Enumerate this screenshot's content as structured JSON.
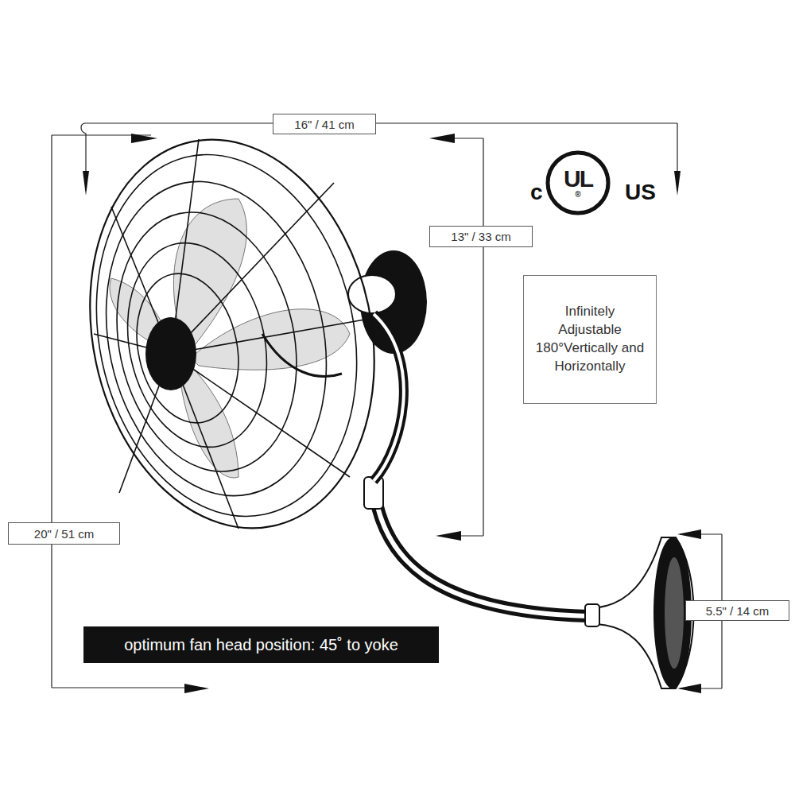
{
  "diagram": {
    "nodes": [
      {
        "text": [
          "16\" / 41 cm"
        ]
      },
      {
        "text": [
          "UL",
          "®"
        ]
      },
      {
        "text": [
          "13\" / 33 cm"
        ]
      },
      {
        "text": [
          "Infinitely Adjustable 180°Vertically and Horizontally"
        ]
      },
      {
        "text": [
          "20\" / 51 cm"
        ]
      },
      {
        "text": [
          "5.5\" / 14 cm"
        ]
      },
      {
        "text": [
          "optimum fan head position: 45˚ to yoke"
        ]
      }
    ],
    "labels": [
      "c",
      "US"
    ]
  }
}
